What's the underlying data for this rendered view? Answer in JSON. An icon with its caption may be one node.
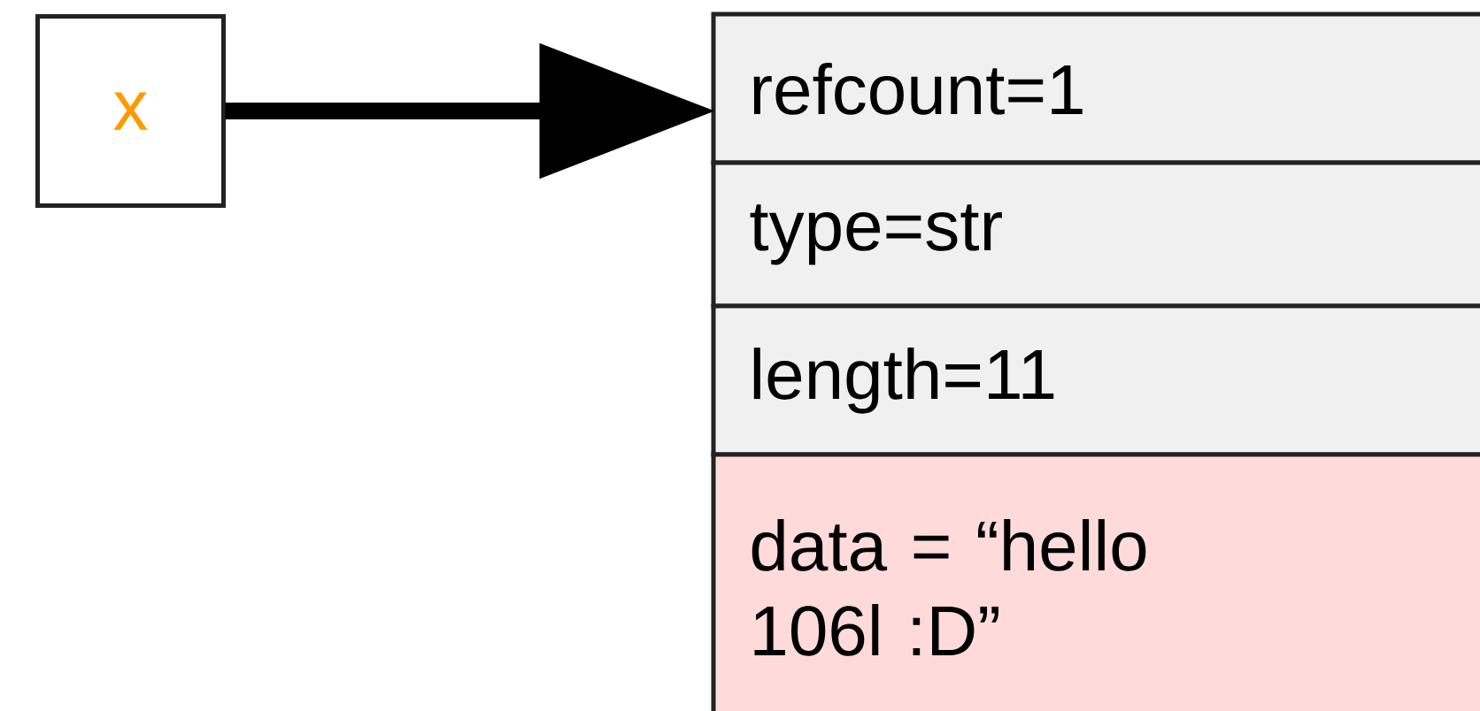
{
  "diagram": {
    "nodes": [
      {
        "text": [
          "x"
        ]
      },
      {
        "text": [
          "refcount=1"
        ]
      },
      {
        "text": [
          "type=str"
        ]
      },
      {
        "text": [
          "length=11"
        ]
      },
      {
        "text": [
          "data = “hello 106l :D”"
        ]
      }
    ],
    "edges": [
      {
        "from": 0,
        "to": 1,
        "arrow": "to"
      }
    ]
  }
}
